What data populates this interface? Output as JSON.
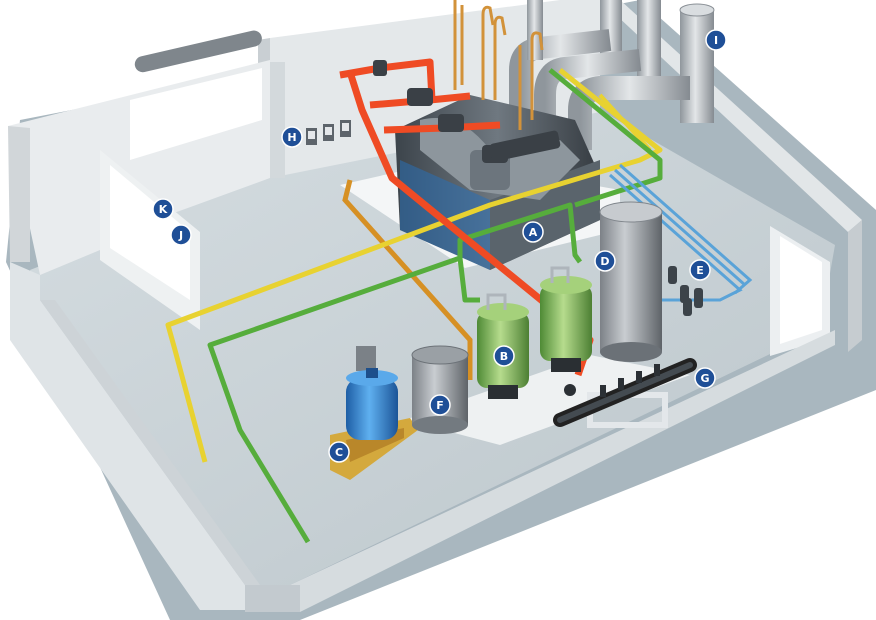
{
  "colors": {
    "hot_pipe": "#ef4b24",
    "yellow_pipe": "#e8d231",
    "green_pipe": "#56ad3c",
    "blue_pipe": "#5aa3d8",
    "marker_fill": "#1f4f97",
    "wall": "#e9ecee",
    "floor": "#c7d1d6",
    "flue": "#b9bfc4",
    "boiler": "#545c64",
    "water_tank": "#2f7ec9",
    "softener": "#7fb257",
    "storage_tank": "#8a8f94"
  },
  "markers": {
    "a": "A",
    "b": "B",
    "c": "C",
    "d": "D",
    "e": "E",
    "f": "F",
    "g": "G",
    "h": "H",
    "i": "I",
    "j": "J",
    "k": "K"
  }
}
